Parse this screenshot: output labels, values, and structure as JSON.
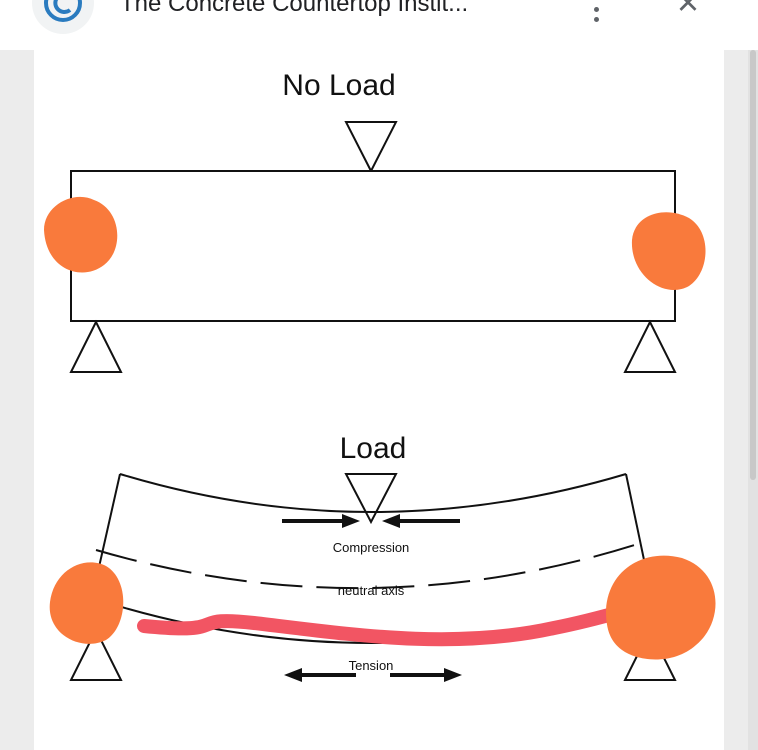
{
  "header": {
    "logo_icon": "concrete-countertop-institute-logo",
    "title": "The Concrete Countertop Instit...",
    "menu_icon": "more-vert-icon",
    "close_icon": "close-icon"
  },
  "diagram": {
    "top_label": "No Load",
    "bottom_label": "Load",
    "compression_label": "Compression",
    "neutral_axis_label": "neutral axis",
    "tension_label": "Tension",
    "markup_colors": {
      "support_scribble": "#f97a3c",
      "tension_line": "#f25563"
    }
  }
}
